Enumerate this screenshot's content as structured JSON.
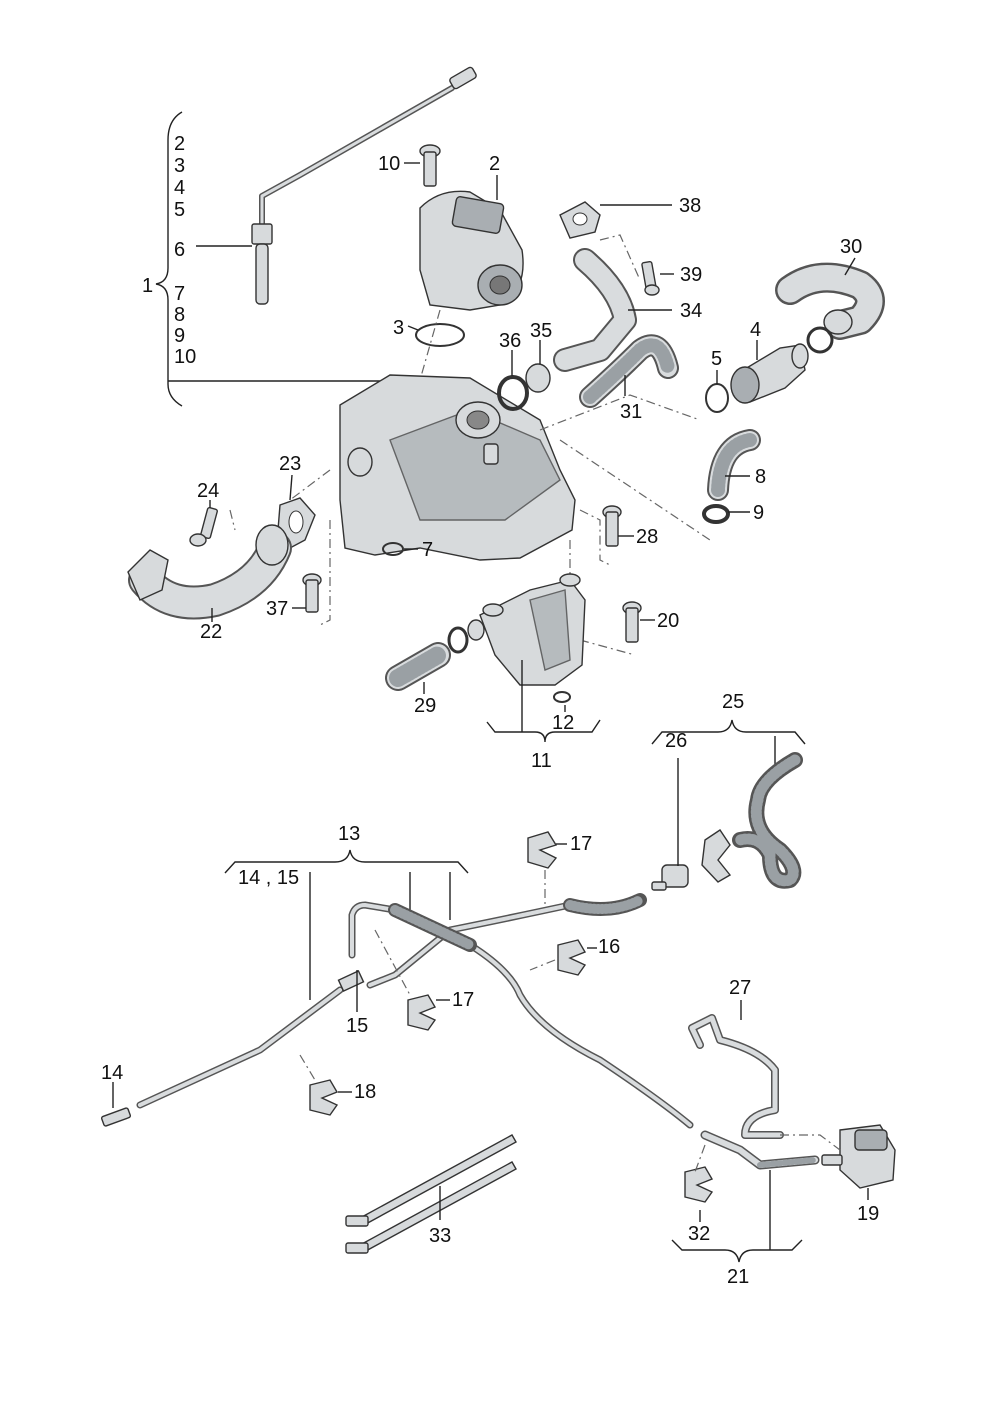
{
  "callouts": [
    {
      "id": "c2a",
      "text": "2"
    },
    {
      "id": "c3a",
      "text": "3"
    },
    {
      "id": "c4a",
      "text": "4"
    },
    {
      "id": "c5a",
      "text": "5"
    },
    {
      "id": "c6",
      "text": "6"
    },
    {
      "id": "c1",
      "text": "1"
    },
    {
      "id": "c7a",
      "text": "7"
    },
    {
      "id": "c8a",
      "text": "8"
    },
    {
      "id": "c9a",
      "text": "9"
    },
    {
      "id": "c10a",
      "text": "10"
    },
    {
      "id": "c10b",
      "text": "10"
    },
    {
      "id": "c2b",
      "text": "2"
    },
    {
      "id": "c3b",
      "text": "3"
    },
    {
      "id": "c38",
      "text": "38"
    },
    {
      "id": "c39",
      "text": "39"
    },
    {
      "id": "c34",
      "text": "34"
    },
    {
      "id": "c30",
      "text": "30"
    },
    {
      "id": "c36",
      "text": "36"
    },
    {
      "id": "c35",
      "text": "35"
    },
    {
      "id": "c4b",
      "text": "4"
    },
    {
      "id": "c5b",
      "text": "5"
    },
    {
      "id": "c31",
      "text": "31"
    },
    {
      "id": "c8b",
      "text": "8"
    },
    {
      "id": "c9b",
      "text": "9"
    },
    {
      "id": "c23",
      "text": "23"
    },
    {
      "id": "c24",
      "text": "24"
    },
    {
      "id": "c7b",
      "text": "7"
    },
    {
      "id": "c28",
      "text": "28"
    },
    {
      "id": "c22",
      "text": "22"
    },
    {
      "id": "c37",
      "text": "37"
    },
    {
      "id": "c20",
      "text": "20"
    },
    {
      "id": "c29",
      "text": "29"
    },
    {
      "id": "c12",
      "text": "12"
    },
    {
      "id": "c11",
      "text": "11"
    },
    {
      "id": "c25",
      "text": "25"
    },
    {
      "id": "c26",
      "text": "26"
    },
    {
      "id": "c13",
      "text": "13"
    },
    {
      "id": "c1415",
      "text": "14 , 15"
    },
    {
      "id": "c17a",
      "text": "17"
    },
    {
      "id": "c16",
      "text": "16"
    },
    {
      "id": "c15",
      "text": "15"
    },
    {
      "id": "c17b",
      "text": "17"
    },
    {
      "id": "c27",
      "text": "27"
    },
    {
      "id": "c14",
      "text": "14"
    },
    {
      "id": "c18",
      "text": "18"
    },
    {
      "id": "c33",
      "text": "33"
    },
    {
      "id": "c32",
      "text": "32"
    },
    {
      "id": "c19",
      "text": "19"
    },
    {
      "id": "c21",
      "text": "21"
    }
  ]
}
